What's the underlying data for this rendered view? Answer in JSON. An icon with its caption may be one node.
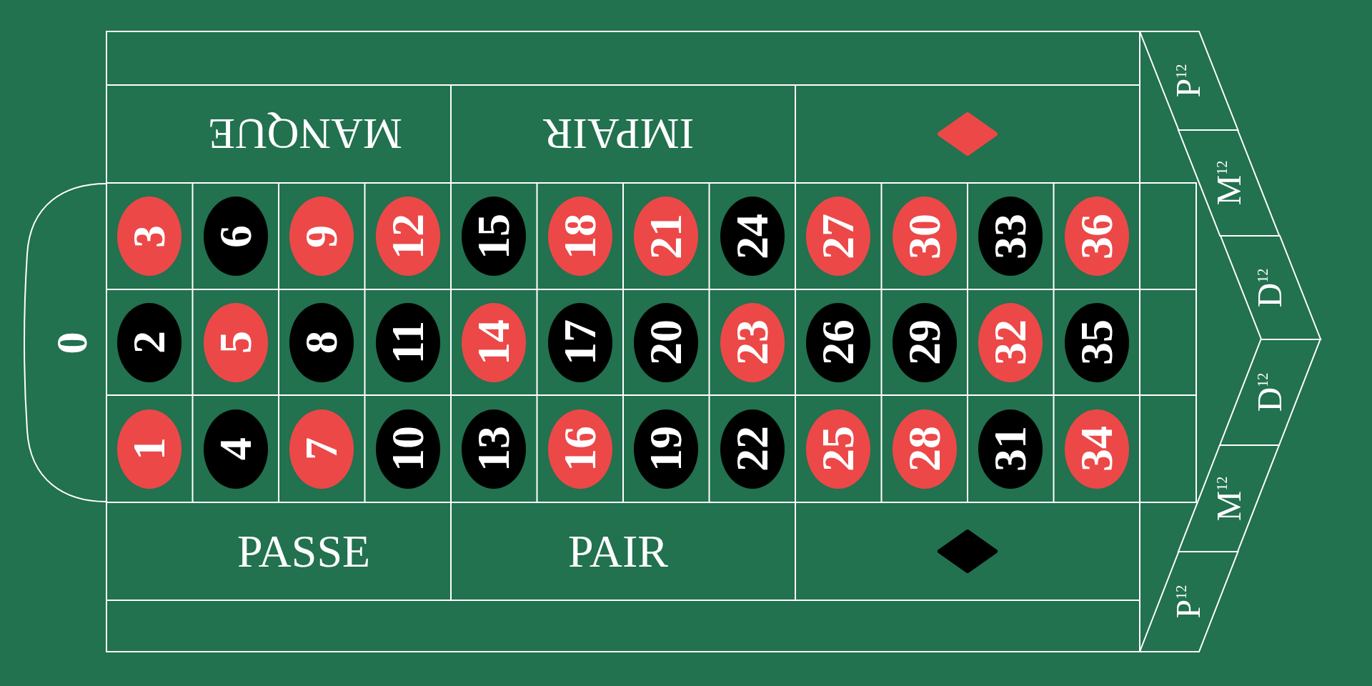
{
  "diagram": {
    "nodes": [
      {
        "text": [],
        "shape": "box"
      },
      {
        "text": [
          "MANQUE"
        ]
      },
      {
        "text": [
          "IMPAIR"
        ]
      },
      {
        "text": [],
        "shape": "box"
      },
      {
        "text": [],
        "shape": "diamond",
        "in": 3
      },
      {
        "text": [
          "0"
        ]
      },
      {
        "text": [
          "3"
        ]
      },
      {
        "text": [
          "6"
        ]
      },
      {
        "text": [
          "9"
        ]
      },
      {
        "text": [
          "12"
        ]
      },
      {
        "text": [
          "15"
        ]
      },
      {
        "text": [
          "18"
        ]
      },
      {
        "text": [
          "21"
        ]
      },
      {
        "text": [
          "24"
        ]
      },
      {
        "text": [
          "27"
        ]
      },
      {
        "text": [
          "30"
        ]
      },
      {
        "text": [
          "33"
        ]
      },
      {
        "text": [
          "36"
        ]
      },
      {
        "text": [],
        "shape": "box"
      },
      {
        "text": [
          "2"
        ]
      },
      {
        "text": [
          "5"
        ]
      },
      {
        "text": [
          "8"
        ]
      },
      {
        "text": [
          "11"
        ]
      },
      {
        "text": [
          "14"
        ]
      },
      {
        "text": [
          "17"
        ]
      },
      {
        "text": [
          "20"
        ]
      },
      {
        "text": [
          "23"
        ]
      },
      {
        "text": [
          "26"
        ]
      },
      {
        "text": [
          "29"
        ]
      },
      {
        "text": [
          "32"
        ]
      },
      {
        "text": [
          "35"
        ]
      },
      {
        "text": [],
        "shape": "box"
      },
      {
        "text": [
          "1"
        ]
      },
      {
        "text": [
          "4"
        ]
      },
      {
        "text": [
          "7"
        ]
      },
      {
        "text": [
          "10"
        ]
      },
      {
        "text": [
          "13"
        ]
      },
      {
        "text": [
          "16"
        ]
      },
      {
        "text": [
          "19"
        ]
      },
      {
        "text": [
          "22"
        ]
      },
      {
        "text": [
          "25"
        ]
      },
      {
        "text": [
          "28"
        ]
      },
      {
        "text": [
          "31"
        ]
      },
      {
        "text": [
          "34"
        ]
      },
      {
        "text": [],
        "shape": "box"
      },
      {
        "text": [
          "PASSE"
        ]
      },
      {
        "text": [
          "PAIR"
        ]
      },
      {
        "text": [],
        "shape": "box"
      },
      {
        "text": [],
        "shape": "diamond",
        "in": 47
      },
      {
        "text": [],
        "shape": "box"
      },
      {
        "text": [
          "P$^{12}$"
        ]
      },
      {
        "text": [
          "M$^{12}$"
        ]
      },
      {
        "text": [
          "D$^{12}$"
        ]
      },
      {
        "text": [
          "D$^{12}$"
        ]
      },
      {
        "text": [
          "M$^{12}$"
        ]
      },
      {
        "text": [
          "P$^{12}$"
        ]
      }
    ]
  }
}
